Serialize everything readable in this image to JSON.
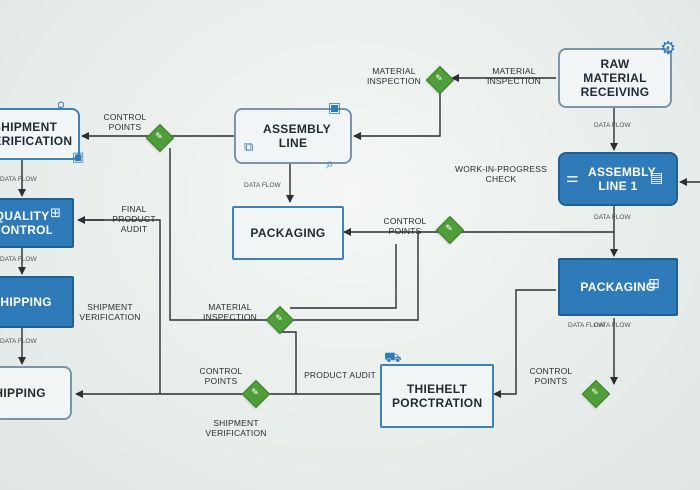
{
  "nodes": {
    "raw_material": "RAW MATERIAL RECEIVING",
    "assembly_line_top": "ASSEMBLY LINE",
    "assembly_line_1": "ASSEMBLY LINE 1",
    "shipment_verification_box": "SHIPMENT VERIFICATION",
    "quality_control": "QUALITY CONTROL",
    "shipping_mid": "SHIPPING",
    "shipping_bottom": "SHIPPING",
    "packaging_center": "PACKAGING",
    "packaging_right": "PACKAGING",
    "thiehelt": "THIEHELT PORCTRATION"
  },
  "labels": {
    "material_inspection_top": "MATERIAL INSPECTION",
    "material_inspection_top_right": "MATERIAL INSPECTION",
    "control_points_top_left": "CONTROL POINTS",
    "work_in_progress": "WORK-IN-PROGRESS CHECK",
    "control_points_center": "CONTROL POINTS",
    "final_product_audit": "FINAL PRODUCT AUDIT",
    "shipment_verification_left": "SHIPMENT VERIFICATION",
    "material_inspection_mid": "MATERIAL INSPECTION",
    "product_audit": "PRODUCT AUDIT",
    "control_points_bottom": "CONTROL POINTS",
    "shipment_verification_bottom": "SHIPMENT VERIFICATION",
    "control_points_right": "CONTROL POINTS"
  },
  "flow_labels": {
    "df1": "DATA FLOW",
    "df2": "DATA FLOW",
    "df3": "DATA FLOW",
    "df4": "DATA FLOW",
    "df5": "DATA FLOW",
    "df6": "DATA FLOW",
    "df7": "DATA FLOW",
    "df8": "DATA FLOW"
  },
  "colors": {
    "node_blue": "#2f7ab8",
    "node_light": "#f2f5f5",
    "checkpoint_green": "#4f9e3a",
    "line": "#2b2f33"
  },
  "icons": [
    "gear-icon",
    "search-icon",
    "checkpoint-icon",
    "clipboard-icon",
    "conveyor-icon"
  ]
}
